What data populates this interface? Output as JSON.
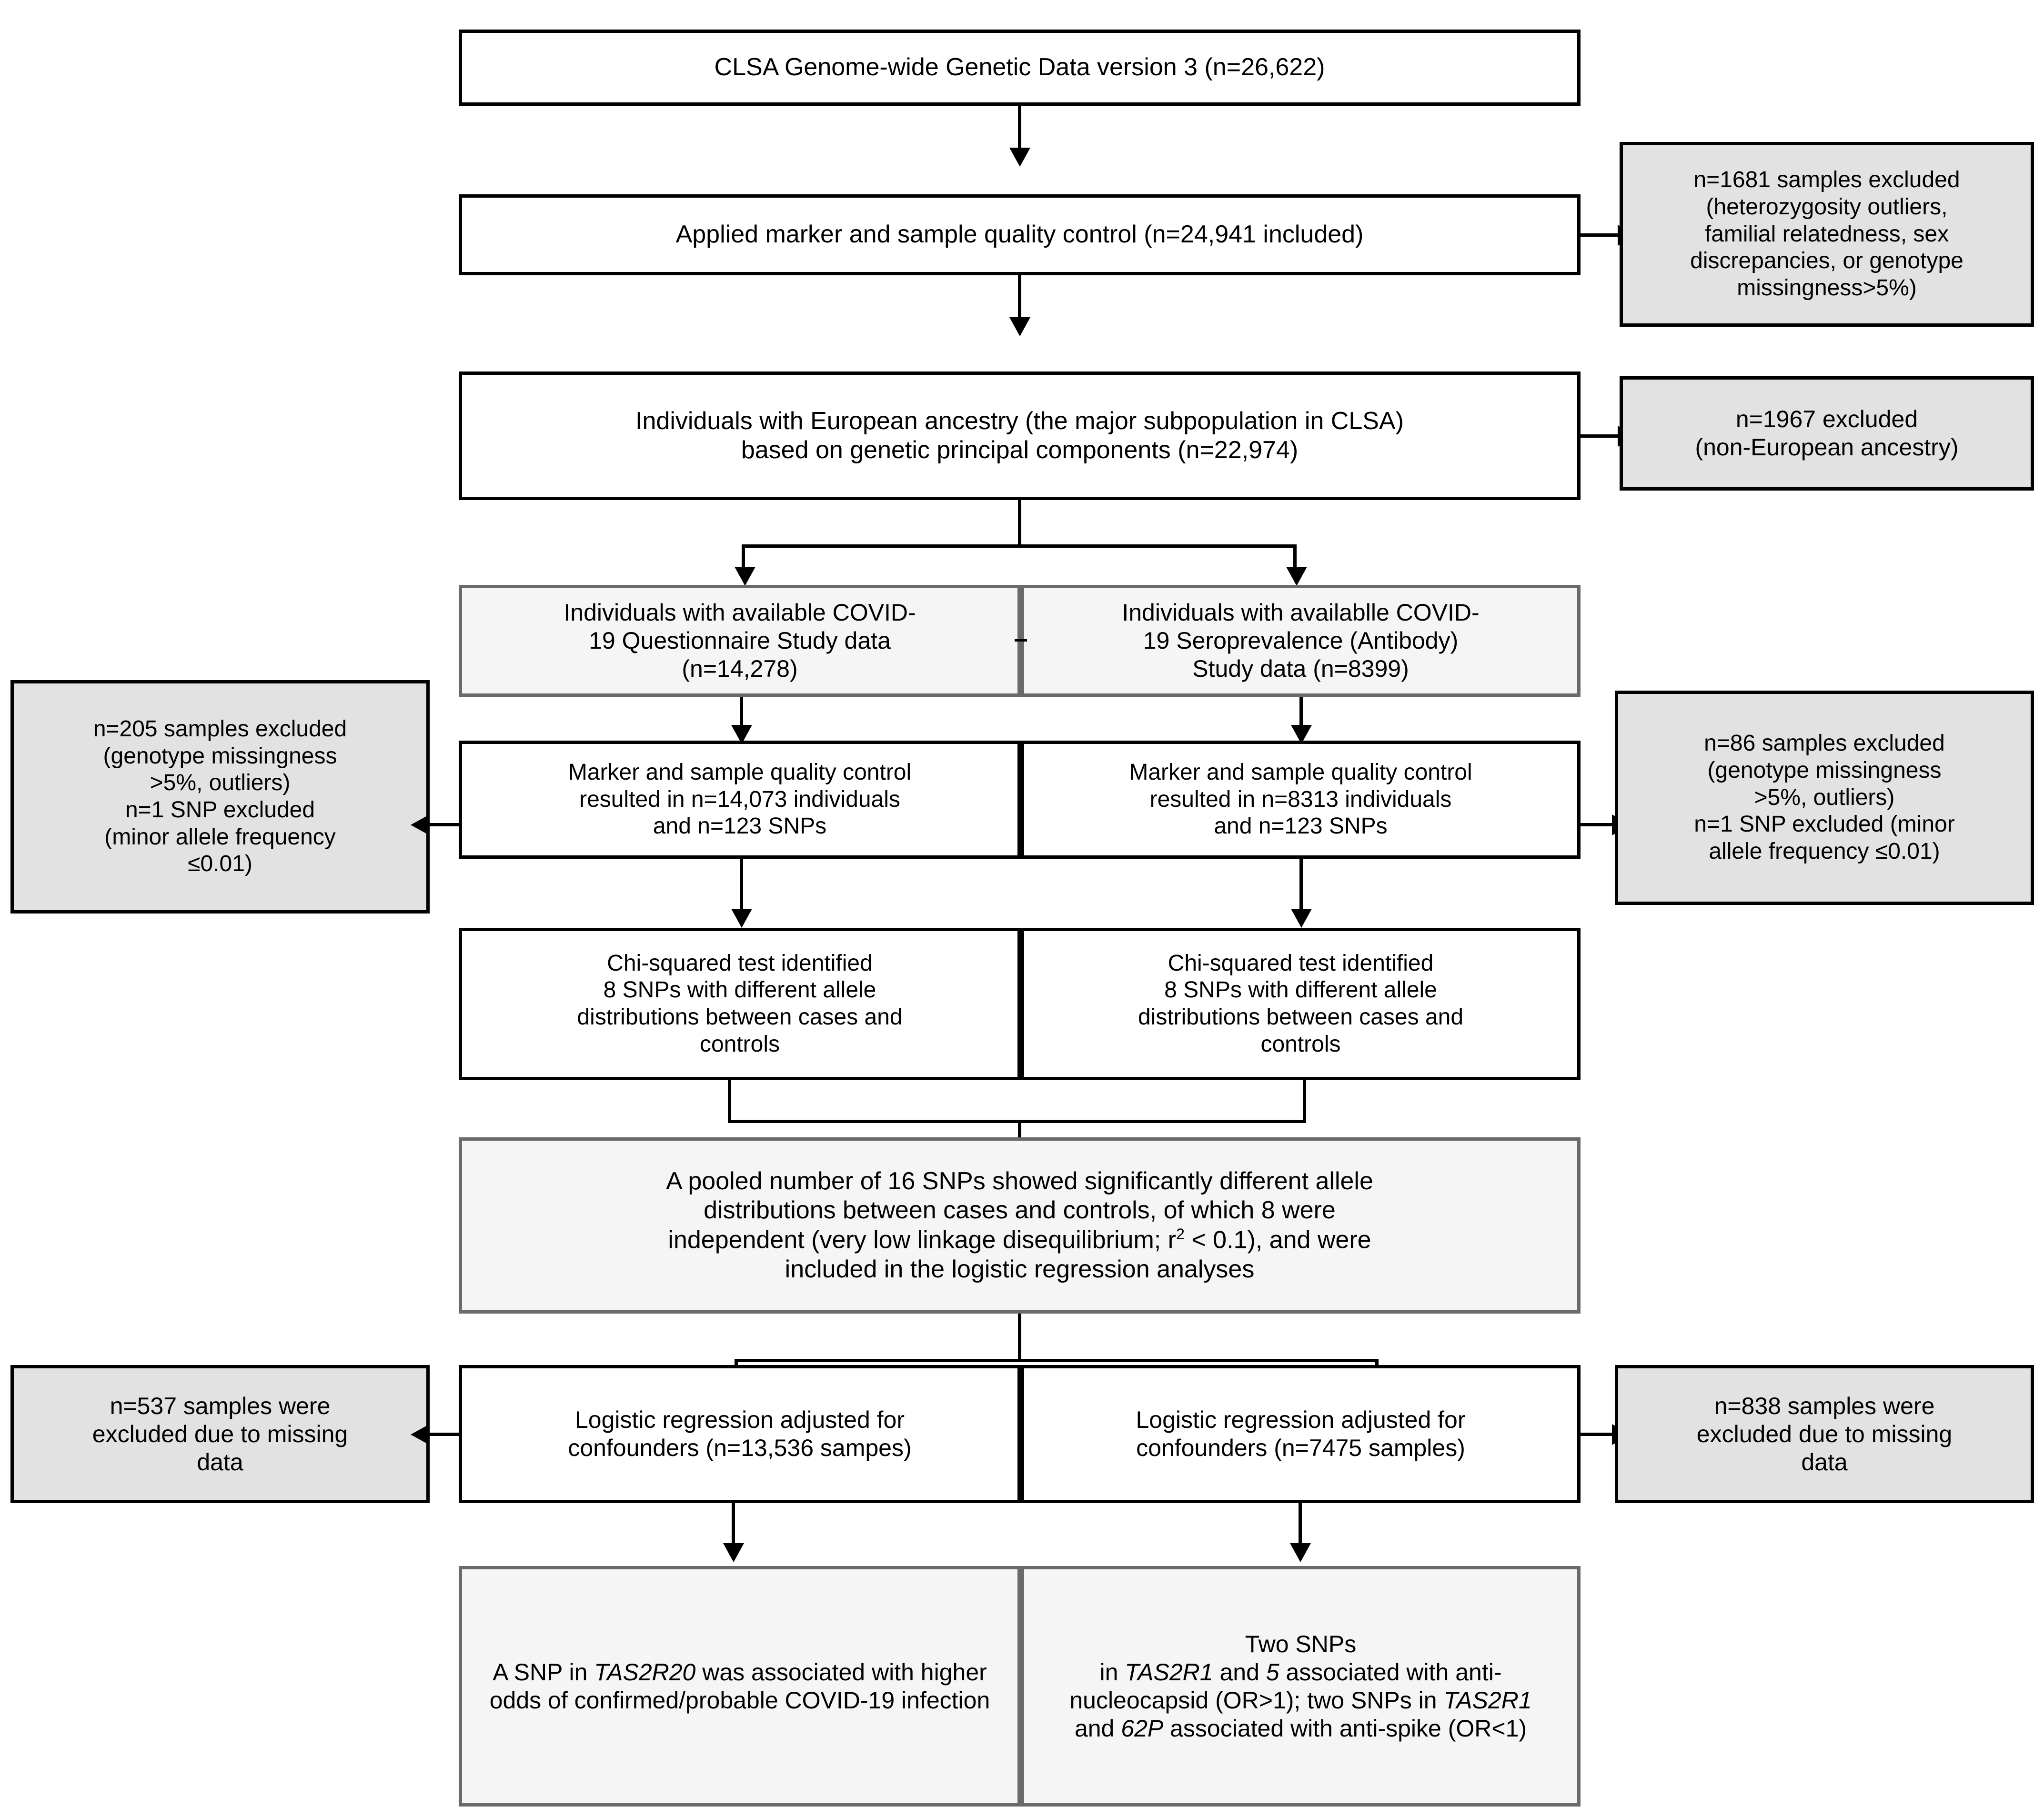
{
  "diagram": {
    "title": "CLSA COVID-19 genetic analysis flowchart",
    "colors": {
      "box_border_black": "#000000",
      "box_border_gray": "#6a6a6a",
      "excluded_fill": "#e2e2e2",
      "highlight_fill": "#f5f5f5",
      "page_background": "#ffffff"
    }
  },
  "nodes": {
    "source": {
      "text": "CLSA Genome-wide Genetic Data version 3 (n=26,622)"
    },
    "qc_all": {
      "text": "Applied marker and sample quality control (n=24,941 included)"
    },
    "excl_qc": {
      "line1": "n=1681 samples excluded",
      "line2": "(heterozygosity outliers,",
      "line3": "familial relatedness, sex",
      "line4": "discrepancies, or genotype",
      "line5": "missingness>5%)"
    },
    "european": {
      "line1": "Individuals with European ancestry (the major subpopulation in CLSA)",
      "line2": "based on genetic principal components (n=22,974)"
    },
    "excl_ancestry": {
      "line1": "n=1967 excluded",
      "line2": "(non-European ancestry)"
    },
    "questionnaire": {
      "line1": "Individuals with available COVID-",
      "line2": "19 Questionnaire Study data",
      "line3": "(n=14,278)"
    },
    "seroprevalence": {
      "line1": "Individuals with availablle COVID-",
      "line2": "19 Seroprevalence (Antibody)",
      "line3": "Study data (n=8399)"
    },
    "excl_left_qc": {
      "line1": "n=205 samples excluded",
      "line2": "(genotype missingness",
      "line3": ">5%, outliers)",
      "line4": "n=1 SNP excluded",
      "line5": "(minor allele frequency",
      "line6": "≤0.01)"
    },
    "excl_right_qc": {
      "line1": "n=86 samples excluded",
      "line2": "(genotype missingness",
      "line3": ">5%, outliers)",
      "line4": "n=1 SNP excluded (minor",
      "line5": "allele frequency ≤0.01)"
    },
    "qc_left": {
      "line1": "Marker and sample quality control",
      "line2": "resulted in n=14,073 individuals",
      "line3": "and n=123 SNPs"
    },
    "qc_right": {
      "line1": "Marker and sample quality control",
      "line2": "resulted in n=8313 individuals",
      "line3": "and n=123 SNPs"
    },
    "chi_left": {
      "line1": "Chi-squared test identified",
      "line2": "8 SNPs with different allele",
      "line3": "distributions between cases and",
      "line4": "controls"
    },
    "chi_right": {
      "line1": "Chi-squared test identified",
      "line2": "8 SNPs with different allele",
      "line3": "distributions between cases and",
      "line4": "controls"
    },
    "pooled": {
      "line1": "A pooled number of 16 SNPs showed significantly different allele",
      "line2": "distributions between cases and controls, of which 8 were",
      "line3_a": "independent (very low linkage disequilibrium; r",
      "line3_sup": "2",
      "line3_b": " < 0.1), and were",
      "line4": "included in the logistic regression analyses"
    },
    "excl_left_missing": {
      "line1": "n=537 samples were",
      "line2": "excluded due to missing",
      "line3": "data"
    },
    "excl_right_missing": {
      "line1": "n=838 samples were",
      "line2": "excluded due to missing",
      "line3": "data"
    },
    "logreg_left": {
      "line1": "Logistic regression adjusted for",
      "line2": "confounders (n=13,536 sampes)"
    },
    "logreg_right": {
      "line1": "Logistic regression adjusted for",
      "line2": "confounders (n=7475 samples)"
    },
    "result_left": {
      "seg1": "A SNP in ",
      "gene1": "TAS2R20",
      "seg2": " was associated with higher odds of confirmed/probable COVID-19 infection"
    },
    "result_right": {
      "seg1": "Two SNPs",
      "seg2": "in ",
      "gene1": "TAS2R1",
      "seg3": " and ",
      "gene2": "5",
      "seg4": " associated with anti-nucleocapsid (OR>1); two SNPs in ",
      "gene3": "TAS2R1",
      "seg5": " and ",
      "gene4": "62P",
      "seg6": " associated with anti-spike (OR<1)"
    }
  }
}
